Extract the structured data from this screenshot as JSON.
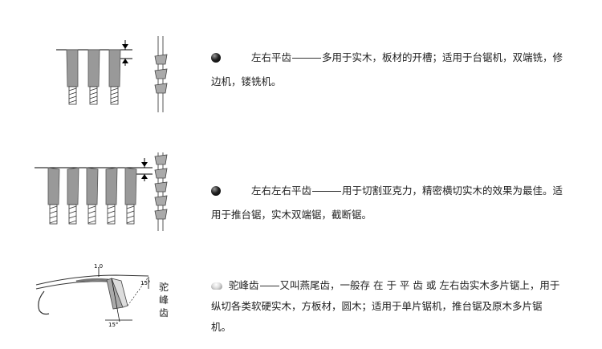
{
  "rows": [
    {
      "name": "左右平齿",
      "line1": "多用于实木，板材的开槽；适用于台锯机，双端铣，修",
      "line2": "边机，镂铣机。"
    },
    {
      "name": "左右左右平齿",
      "line1": "用于切割亚克力，精密横切实木的效果为最佳。适",
      "line2": "用于推台锯，实木双端锯，截断锯。"
    },
    {
      "name": "驼峰齿",
      "line1": "又叫燕尾齿，一般存 在 于 平 齿 或 左右齿实木多片锯上，用于",
      "line2": "纵切各类软硬实木，方板材，圆木；适用于单片锯机，推台锯及原木多片锯",
      "line3": "机。"
    }
  ],
  "figure3": {
    "label_top": "1.0",
    "angle_right": "15°",
    "angle_bottom": "15°",
    "vertical_label": [
      "驼",
      "峰",
      "齿"
    ]
  }
}
